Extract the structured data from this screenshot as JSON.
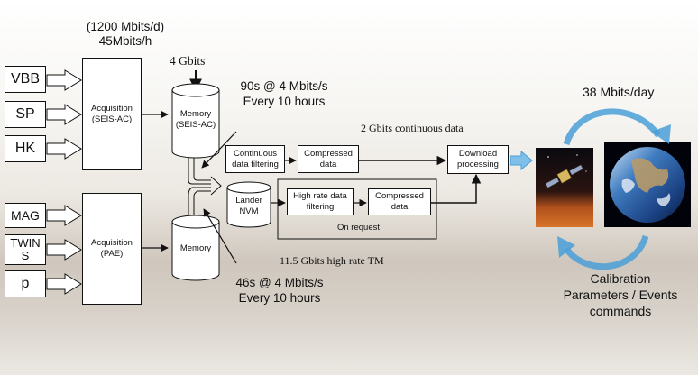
{
  "inputs_top": [
    "VBB",
    "SP",
    "HK"
  ],
  "inputs_bottom": [
    "MAG",
    "TWIN S",
    "p"
  ],
  "acq_top": "Acquisition (SEIS-AC)",
  "acq_bottom": "Acquisition (PAE)",
  "rate_line1": "(1200 Mbits/d)",
  "rate_line2": "45Mbits/h",
  "mem_top_label": "4 Gbits",
  "mem_top": "Memory (SEIS-AC)",
  "mem_bottom": "Memory",
  "burst_top_line1": "90s @ 4 Mbits/s",
  "burst_top_line2": "Every 10 hours",
  "burst_bottom_line1": "46s @ 4 Mbits/s",
  "burst_bottom_line2": "Every 10 hours",
  "continuous_label": "2 Gbits continuous data",
  "continuous_filter": "Continuous data filtering",
  "compressed_1": "Compressed data",
  "lander_nvm": "Lander NVM",
  "high_rate_filter": "High rate data filtering",
  "compressed_2": "Compressed data",
  "on_request": "On request",
  "high_rate_tm": "11.5 Gbits high rate TM",
  "download": "Download processing",
  "downlink_rate": "38 Mbits/day",
  "uplink_line1": "Calibration",
  "uplink_line2": "Parameters / Events",
  "uplink_line3": "commands",
  "colors": {
    "link_arrow": "#4a9fd8",
    "line": "#111111"
  }
}
